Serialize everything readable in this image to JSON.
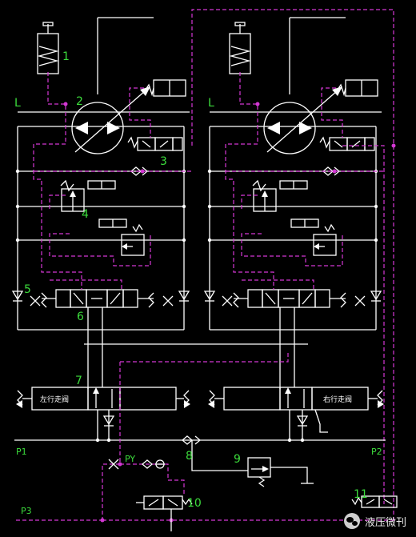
{
  "labels": {
    "n1": "1",
    "n2": "2",
    "n3": "3",
    "n4": "4",
    "n5": "5",
    "n6": "6",
    "n7": "7",
    "n8": "8",
    "n9": "9",
    "n10": "10",
    "n11": "11",
    "L_left": "L",
    "L_right": "L",
    "P1": "P1",
    "P2": "P2",
    "P3": "P3",
    "PY": "PY"
  },
  "valves": {
    "left_travel": "左行走阀",
    "right_travel": "右行走阀"
  },
  "watermark": {
    "text": "液压微刊",
    "icon": "wechat-icon"
  },
  "colors": {
    "background": "#000000",
    "line": "#ffffff",
    "pilot": "#d437d4",
    "label": "#3cdc3c"
  }
}
